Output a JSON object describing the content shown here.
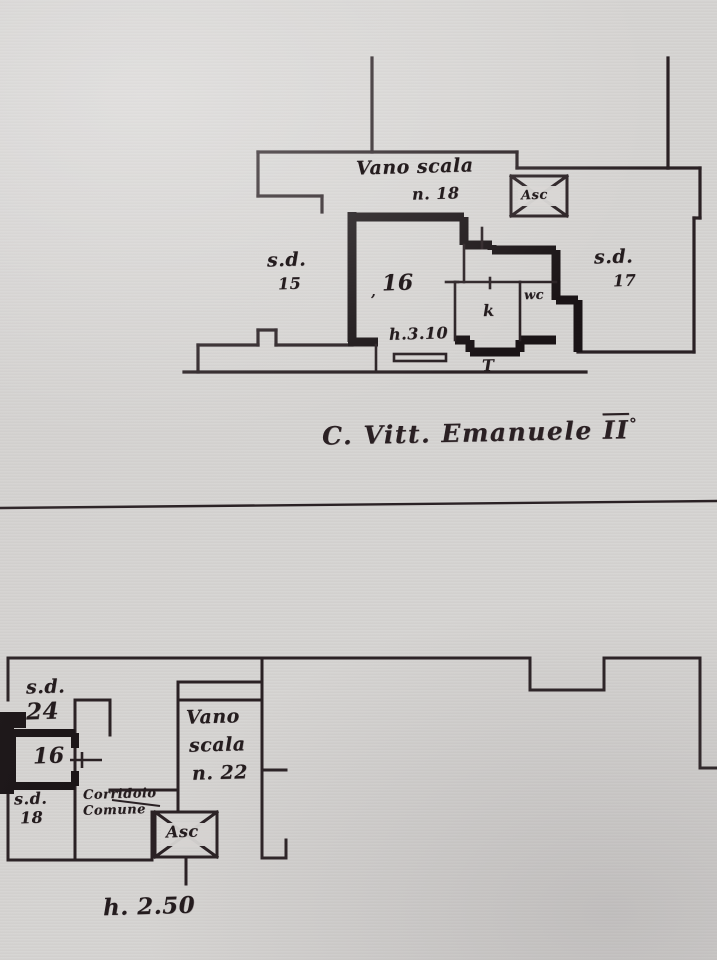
{
  "document": {
    "kind": "cadastral-floor-plan-scan",
    "background_color": "#d6d4d2",
    "ink_color": "#231b1d"
  },
  "upper_plan": {
    "stairwell_label_line1": "Vano scala",
    "stairwell_label_line2": "n. 18",
    "elevator_label": "Asc",
    "left_unit_label_line1": "s.d.",
    "left_unit_label_line2": "15",
    "main_unit_number": "16",
    "main_unit_prefix": ",",
    "right_unit_label_line1": "s.d.",
    "right_unit_label_line2": "17",
    "kitchen_label": "k",
    "bathroom_label": "wc",
    "height_label": "h.3.10",
    "terrace_label": "T"
  },
  "street_caption": {
    "prefix": "C. Vitt. Emanuele ",
    "roman": "II",
    "degree": "°"
  },
  "lower_plan": {
    "unit_24_line1": "s.d.",
    "unit_24_line2": "24",
    "main_unit_number": "16",
    "unit_18_line1": "s.d.",
    "unit_18_line2": "18",
    "corridor_line1": "Corridoio",
    "corridor_line2": "Comune",
    "stairwell_line1": "Vano",
    "stairwell_line2": "scala",
    "stairwell_line3": "n. 22",
    "elevator_label": "Asc",
    "height_label": "h. 2.50"
  }
}
